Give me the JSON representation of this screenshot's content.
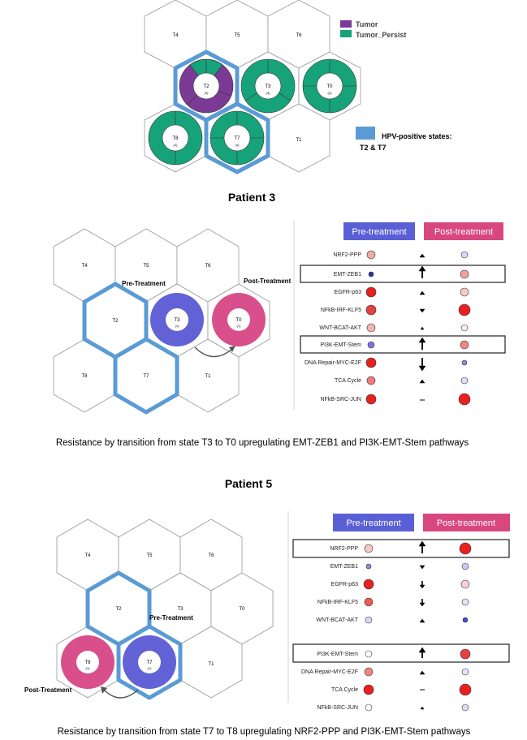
{
  "top": {
    "legend": {
      "tumor": "Tumor",
      "tumor_persist": "Tumor_Persist"
    },
    "hpv_label_line1": "HPV-positive states:",
    "hpv_label_line2": "T2 & T7",
    "states": {
      "T4": "T4",
      "T5": "T5",
      "T6": "T6",
      "T2": "T2",
      "T2_count": "(9)",
      "T3": "T3",
      "T3_count": "(3)",
      "T0": "T0",
      "T0_count": "(4)",
      "T8": "T8",
      "T8_count": "(2)",
      "T7": "T7",
      "T7_count": "(4)",
      "T1": "T1"
    }
  },
  "patient3": {
    "title": "Patient 3",
    "pre_header": "Pre-treatment",
    "post_header": "Post-treatment",
    "pre_label": "Pre-Treatment",
    "post_label": "Post-Treatment",
    "states": {
      "T4": "T4",
      "T5": "T5",
      "T6": "T6",
      "T2": "T2",
      "T3": "T3",
      "T3_count": "(1)",
      "T0": "T0",
      "T0_count": "(1)",
      "T8": "T8",
      "T7": "T7",
      "T1": "T1"
    },
    "pathways": [
      "NRF2-PPP",
      "EMT-ZEB1",
      "EGFR-p63",
      "NFkB-IRF-KLF5",
      "WNT-BCAT-AKT",
      "PI3K-EMT-Stem",
      "DNA Repair-MYC-E2F",
      "TCA Cycle",
      "NFkB-SRC-JUN"
    ],
    "caption": "Resistance by transition from state T3 to T0 upregulating EMT-ZEB1 and PI3K-EMT-Stem pathways"
  },
  "patient5": {
    "title": "Patient 5",
    "pre_header": "Pre-treatment",
    "post_header": "Post-treatment",
    "pre_label": "Pre-Treatment",
    "post_label": "Post-Treatment",
    "states": {
      "T4": "T4",
      "T5": "T5",
      "T6": "T6",
      "T2": "T2",
      "T3": "T3",
      "T0": "T0",
      "T8": "T8",
      "T8_count": "(1)",
      "T7": "T7",
      "T7_count": "(1)",
      "T1": "T1"
    },
    "pathways": [
      "NRF2-PPP",
      "EMT-ZEB1",
      "EGFR-p63",
      "NFkB-IRF-KLF5",
      "WNT-BCAT-AKT",
      "PI3K-EMT-Stem",
      "DNA Repair-MYC-E2F",
      "TCA Cycle",
      "NFkB-SRC-JUN"
    ],
    "caption": "Resistance by transition from state T7 to T8 upregulating NRF2-PPP and PI3K-EMT-Stem pathways"
  },
  "colors": {
    "tumor": "#7b3a95",
    "tumor_persist": "#17a37a",
    "hpv": "#5b9bd5",
    "pre_state": "#6262d6",
    "post_state": "#d94f8b",
    "pre_header_bg": "#5a5fd6",
    "post_header_bg": "#d9477f"
  }
}
